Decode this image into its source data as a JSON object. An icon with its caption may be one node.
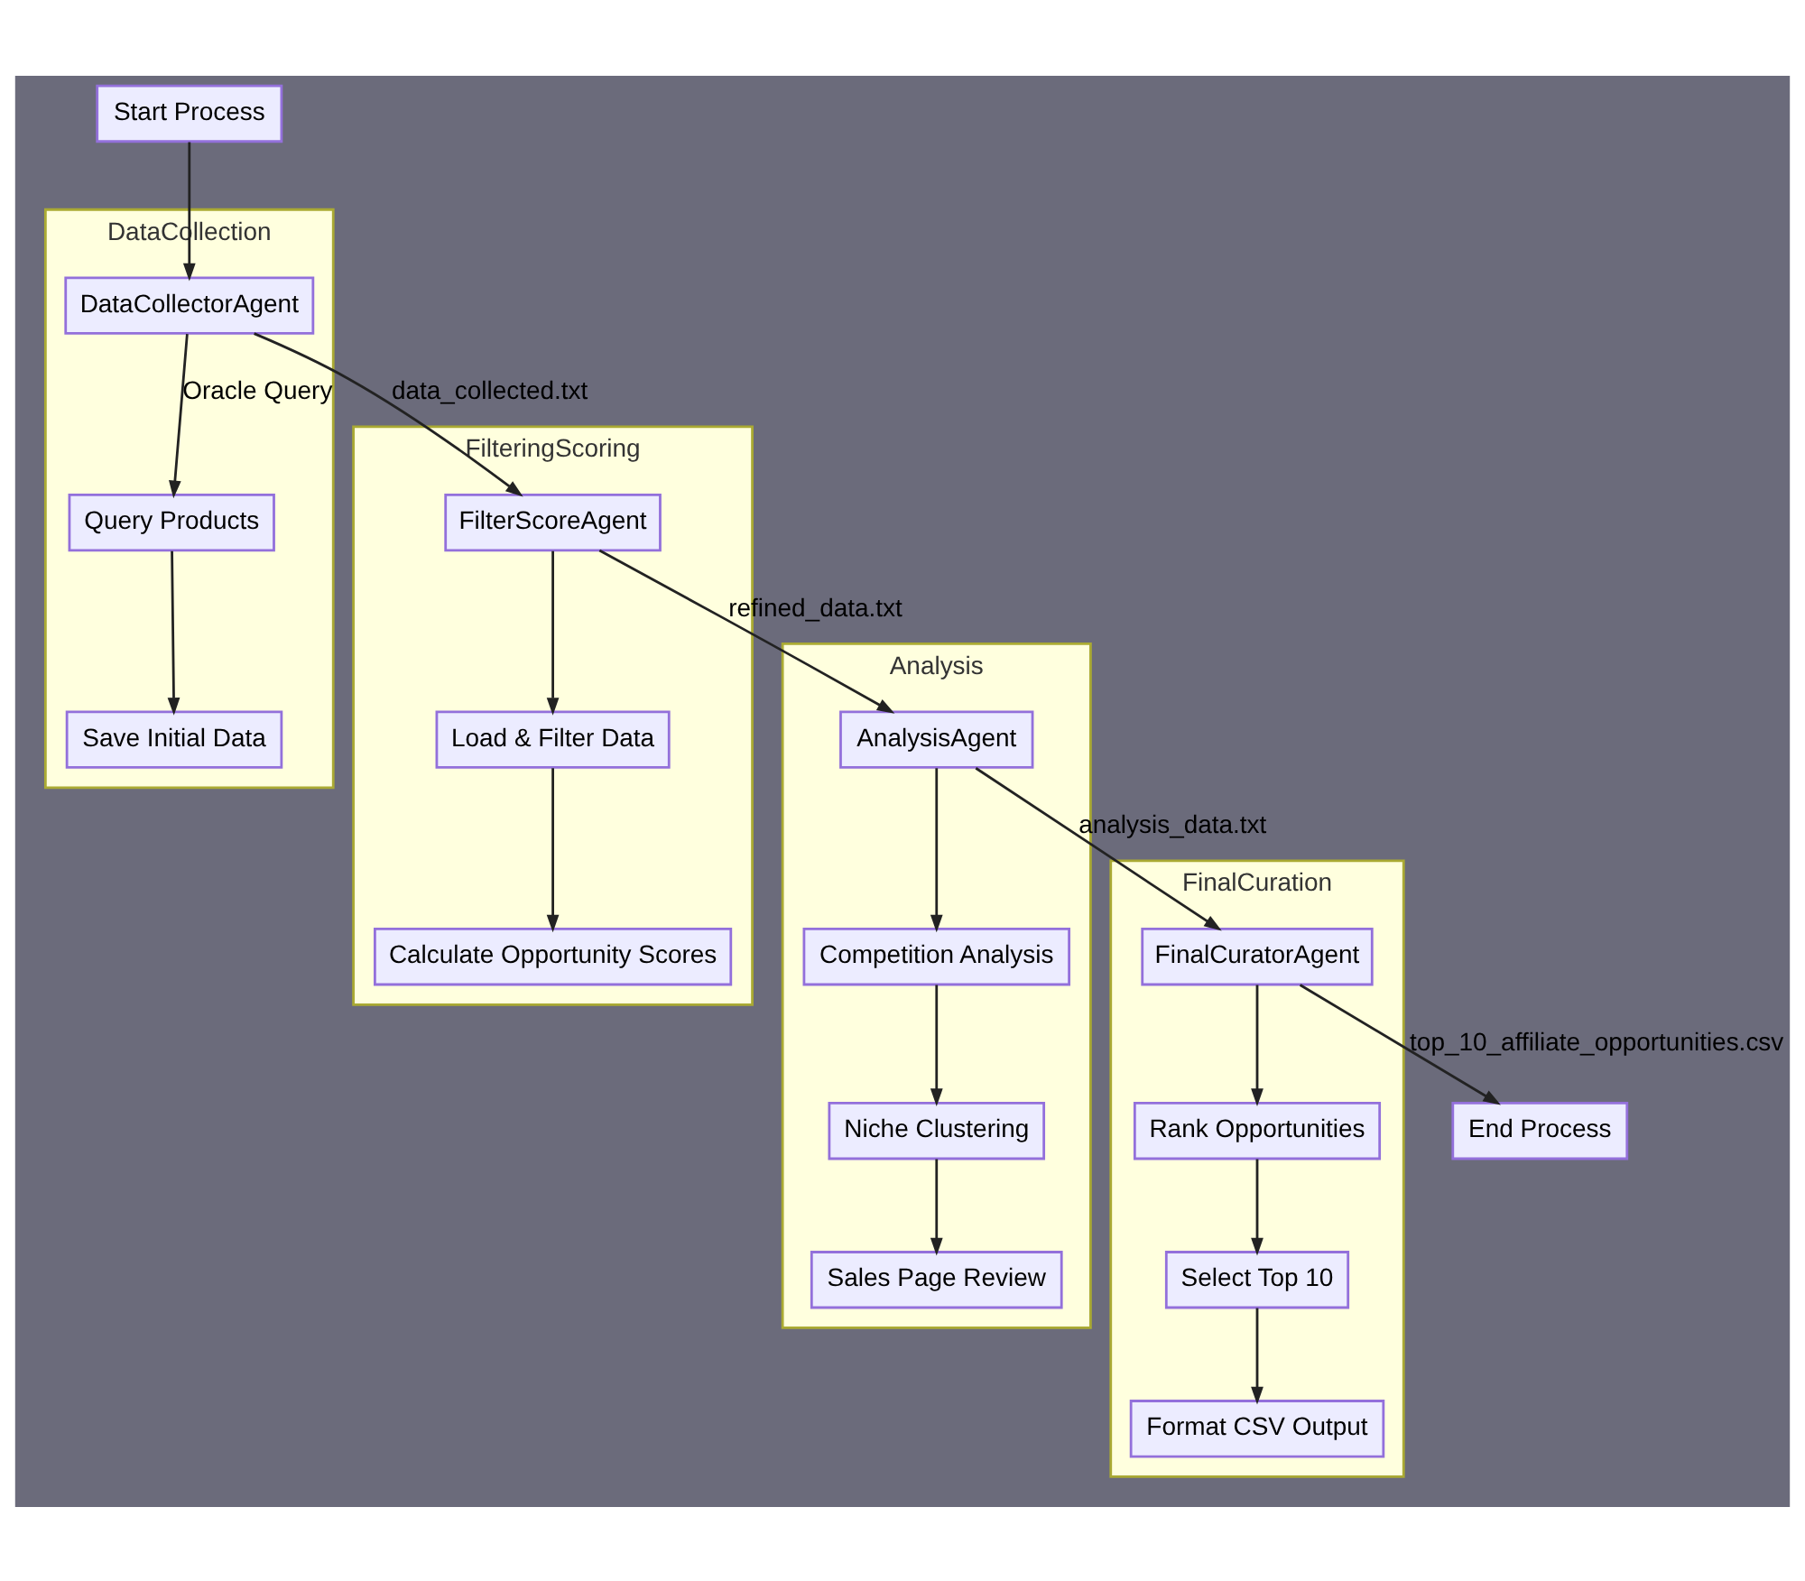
{
  "diagram": {
    "nodes": [
      {
        "text": [
          "Start Process"
        ]
      },
      {
        "text": [
          "DataCollection"
        ]
      },
      {
        "text": [
          "DataCollectorAgent"
        ],
        "in": 1
      },
      {
        "text": [
          "Query Products"
        ],
        "in": 1
      },
      {
        "text": [
          "Save Initial Data"
        ],
        "in": 1
      },
      {
        "text": [
          "FilteringScoring"
        ]
      },
      {
        "text": [
          "FilterScoreAgent"
        ],
        "in": 5
      },
      {
        "text": [
          "Load & Filter Data"
        ],
        "in": 5
      },
      {
        "text": [
          "Calculate Opportunity Scores"
        ],
        "in": 5
      },
      {
        "text": [
          "Analysis"
        ]
      },
      {
        "text": [
          "AnalysisAgent"
        ],
        "in": 9
      },
      {
        "text": [
          "Competition Analysis"
        ],
        "in": 9
      },
      {
        "text": [
          "Niche Clustering"
        ],
        "in": 9
      },
      {
        "text": [
          "Sales Page Review"
        ],
        "in": 9
      },
      {
        "text": [
          "FinalCuration"
        ]
      },
      {
        "text": [
          "FinalCuratorAgent"
        ],
        "in": 14
      },
      {
        "text": [
          "Rank Opportunities"
        ],
        "in": 14
      },
      {
        "text": [
          "Select Top 10"
        ],
        "in": 14
      },
      {
        "text": [
          "Format CSV Output"
        ],
        "in": 14
      },
      {
        "text": [
          "End Process"
        ]
      }
    ],
    "edges": [
      {
        "from": 0,
        "to": 2,
        "arrow": "to"
      },
      {
        "from": 2,
        "to": 6,
        "arrow": "to",
        "label": "data_collected.txt"
      },
      {
        "from": 2,
        "to": 3,
        "arrow": "to",
        "label": "Oracle Query"
      },
      {
        "from": 3,
        "to": 4,
        "arrow": "to"
      },
      {
        "from": 6,
        "to": 10,
        "arrow": "to",
        "label": "refined_data.txt"
      },
      {
        "from": 6,
        "to": 7,
        "arrow": "to"
      },
      {
        "from": 7,
        "to": 8,
        "arrow": "to"
      },
      {
        "from": 10,
        "to": 15,
        "arrow": "to",
        "label": "analysis_data.txt"
      },
      {
        "from": 10,
        "to": 11,
        "arrow": "to"
      },
      {
        "from": 11,
        "to": 12,
        "arrow": "to"
      },
      {
        "from": 12,
        "to": 13,
        "arrow": "to"
      },
      {
        "from": 15,
        "to": 19,
        "arrow": "to",
        "label": "top_10_affiliate_opportunities.csv"
      },
      {
        "from": 15,
        "to": 16,
        "arrow": "to"
      },
      {
        "from": 16,
        "to": 17,
        "arrow": "to"
      },
      {
        "from": 17,
        "to": 18,
        "arrow": "to"
      }
    ]
  }
}
